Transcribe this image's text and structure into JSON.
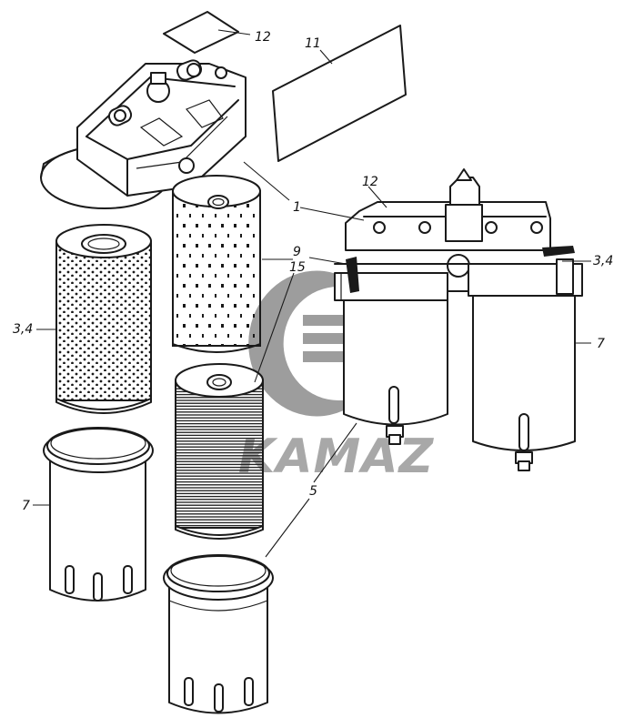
{
  "watermark": {
    "brand": "KAMAZ",
    "color": "#8c8c8c"
  },
  "callouts": [
    {
      "id": "c12a",
      "text": "12"
    },
    {
      "id": "c11",
      "text": "11"
    },
    {
      "id": "c12b",
      "text": "12"
    },
    {
      "id": "c1",
      "text": "1"
    },
    {
      "id": "c9",
      "text": "9"
    },
    {
      "id": "c15",
      "text": "15"
    },
    {
      "id": "c34a",
      "text": "3,4"
    },
    {
      "id": "c34b",
      "text": "3,4"
    },
    {
      "id": "c7a",
      "text": "7"
    },
    {
      "id": "c7b",
      "text": "7"
    },
    {
      "id": "c5",
      "text": "5"
    }
  ]
}
